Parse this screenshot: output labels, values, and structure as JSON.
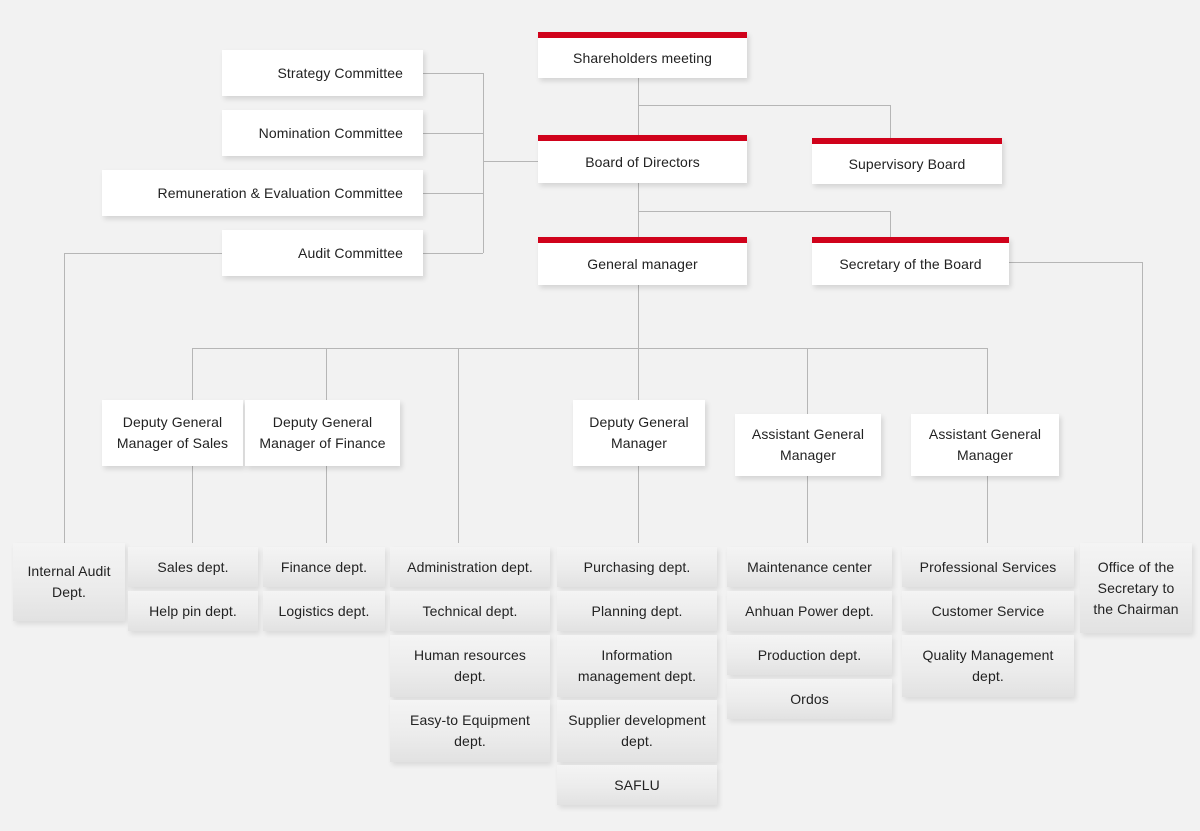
{
  "meta": {
    "title": "Corporate Organizational Structure Chart",
    "background_color": "#f2f2f2",
    "accent_color": "#d0021b",
    "line_color": "#b6b6b6",
    "text_color": "#222222"
  },
  "executive": {
    "shareholders_meeting": "Shareholders meeting",
    "board_of_directors": "Board of Directors",
    "supervisory_board": "Supervisory Board",
    "general_manager": "General manager",
    "secretary_of_the_board": "Secretary of the Board"
  },
  "committees": [
    {
      "label": "Strategy Committee"
    },
    {
      "label": "Nomination Committee"
    },
    {
      "label": "Remuneration & Evaluation Committee"
    },
    {
      "label": "Audit Committee"
    }
  ],
  "managers": [
    {
      "label": "Deputy General Manager of Sales"
    },
    {
      "label": "Deputy General Manager of Finance"
    },
    {
      "label": "Deputy General Manager"
    },
    {
      "label": "Assistant General Manager"
    },
    {
      "label": "Assistant General Manager"
    }
  ],
  "departments": {
    "internal_audit": [
      {
        "label": "Internal Audit Dept."
      }
    ],
    "column_sales": [
      {
        "label": "Sales dept."
      },
      {
        "label": "Help pin dept."
      }
    ],
    "column_finance": [
      {
        "label": "Finance dept."
      },
      {
        "label": "Logistics dept."
      }
    ],
    "column_administration": [
      {
        "label": "Administration dept."
      },
      {
        "label": "Technical dept."
      },
      {
        "label": "Human resources dept."
      },
      {
        "label": "Easy-to Equipment dept."
      }
    ],
    "column_purchasing": [
      {
        "label": "Purchasing dept."
      },
      {
        "label": "Planning dept."
      },
      {
        "label": "Information management dept."
      },
      {
        "label": "Supplier development dept."
      },
      {
        "label": "SAFLU"
      }
    ],
    "column_maintenance": [
      {
        "label": "Maintenance center"
      },
      {
        "label": "Anhuan Power dept."
      },
      {
        "label": "Production dept."
      },
      {
        "label": "Ordos"
      }
    ],
    "column_services": [
      {
        "label": "Professional Services"
      },
      {
        "label": "Customer Service"
      },
      {
        "label": "Quality Management dept."
      }
    ],
    "column_chairman_office": [
      {
        "label": "Office of the Secretary to the Chairman"
      }
    ]
  }
}
